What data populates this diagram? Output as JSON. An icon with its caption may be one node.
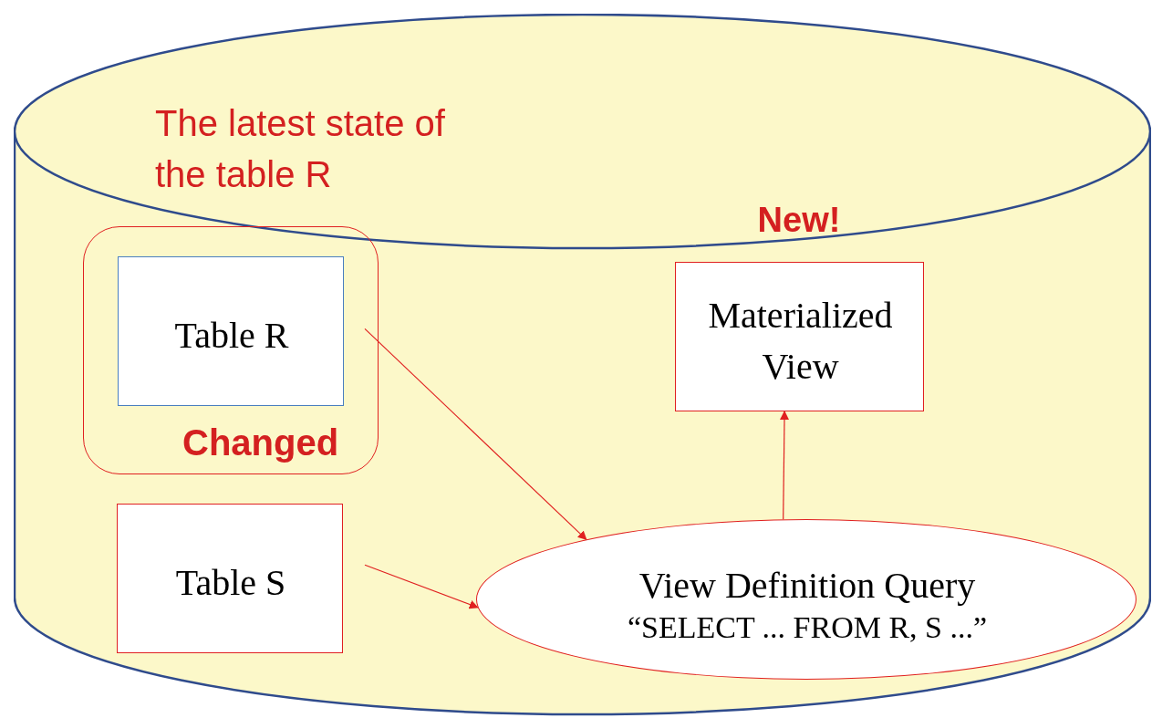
{
  "diagram": {
    "nodes": [
      {
        "text": [
          "The latest state of the table R"
        ]
      },
      {
        "text": [
          "Changed"
        ],
        "in": 0
      },
      {
        "text": [
          "Table R"
        ],
        "in": 1
      },
      {
        "text": [
          "Table S"
        ],
        "in": 0
      },
      {
        "text": [
          "Materialized View"
        ],
        "in": 0,
        "beside": [
          "New!"
        ]
      },
      {
        "text": [
          "View Definition Query",
          "“SELECT ... FROM R, S ...”"
        ],
        "in": 0
      }
    ],
    "edges": [
      {
        "from": 2,
        "to": 5,
        "arrow": "to"
      },
      {
        "from": 3,
        "to": 5,
        "arrow": "to"
      },
      {
        "from": 5,
        "to": 4,
        "arrow": "to"
      }
    ]
  }
}
